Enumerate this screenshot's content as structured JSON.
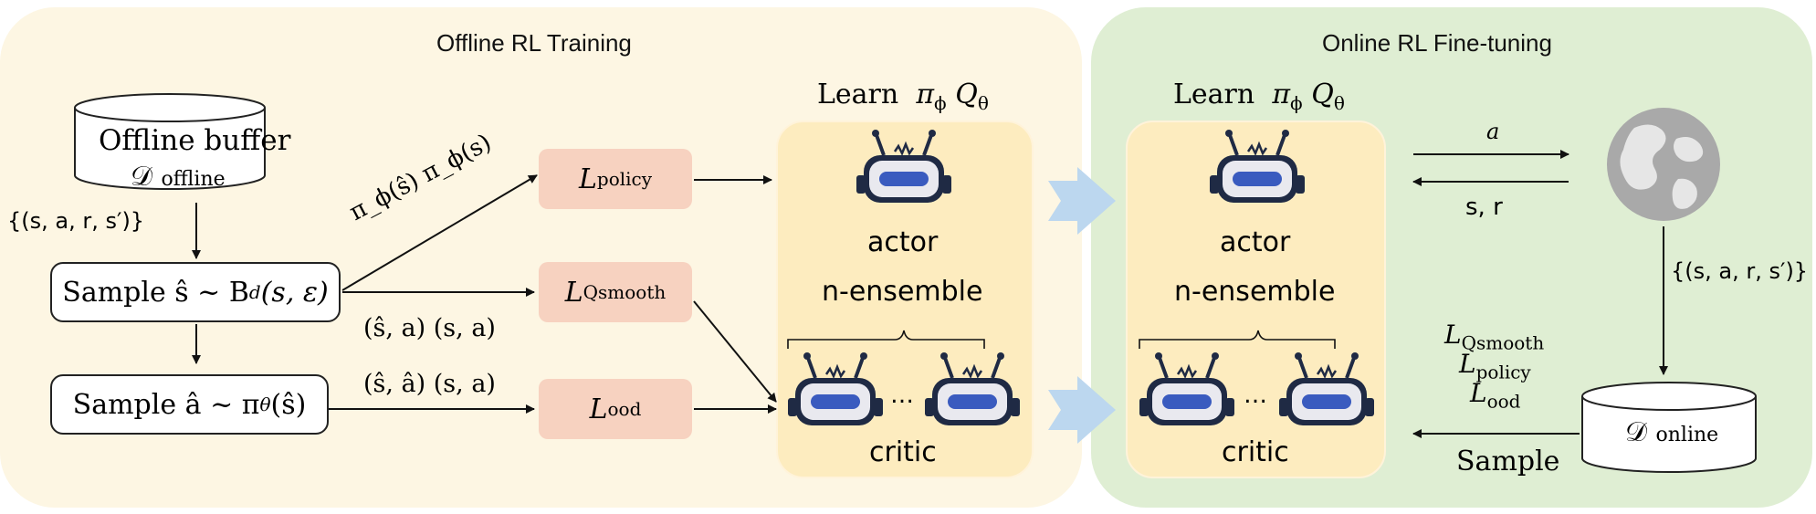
{
  "offline_panel": {
    "title": "Offline RL Training",
    "buffer_label": "Offline buffer",
    "buffer_symbol": "𝒟",
    "buffer_sub": "offline",
    "transition_tuple": "{(s, a, r, s′)}",
    "sample_state_box": "Sample ŝ ~ B",
    "sample_state_sub": "d",
    "sample_state_tail": "(s, ε)",
    "sample_action_box": "Sample â ~ π",
    "sample_action_sub": "θ",
    "sample_action_tail": "(ŝ)",
    "policy_edge_label": "π_ϕ(ŝ) π_ϕ(s)",
    "qsmooth_edge_label": "(ŝ, a) (s, a)",
    "ood_edge_label": "(ŝ, â) (s, a)",
    "loss_policy": {
      "symbol": "L",
      "sub": "policy"
    },
    "loss_qsmooth": {
      "symbol": "L",
      "sub": "Qsmooth"
    },
    "loss_ood": {
      "symbol": "L",
      "sub": "ood"
    },
    "learn_label": "Learn",
    "learn_pi": "π",
    "learn_pi_sub": "ϕ",
    "learn_q": "Q",
    "learn_q_sub": "θ",
    "actor_label": "actor",
    "ensemble_label": "n-ensemble",
    "ellipsis": "…",
    "critic_label": "critic"
  },
  "online_panel": {
    "title": "Online RL Fine-tuning",
    "learn_label": "Learn",
    "learn_pi": "π",
    "learn_pi_sub": "ϕ",
    "learn_q": "Q",
    "learn_q_sub": "θ",
    "actor_label": "actor",
    "ensemble_label": "n-ensemble",
    "ellipsis": "…",
    "critic_label": "critic",
    "action_label": "a",
    "obs_label": "s, r",
    "transition_tuple": "{(s, a, r, s′)}",
    "losses": [
      {
        "symbol": "L",
        "sub": "Qsmooth"
      },
      {
        "symbol": "L",
        "sub": "policy"
      },
      {
        "symbol": "L",
        "sub": "ood"
      }
    ],
    "sample_label": "Sample",
    "buffer_symbol": "𝒟",
    "buffer_sub": "online"
  },
  "colors": {
    "offline_bg": "#fdf6e3",
    "online_bg": "#dfeed3",
    "agent_bg": "#fdecbf",
    "loss_bg": "#f7d2c0",
    "transfer_arrow": "#bcd7ef",
    "robot_body": "#1f2a44",
    "robot_visor": "#3a5bbf",
    "globe": "#a9a9a9"
  }
}
